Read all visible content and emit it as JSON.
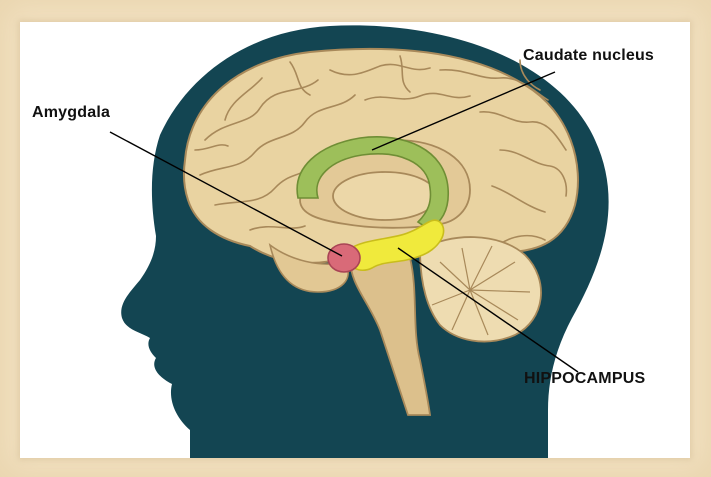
{
  "labels": {
    "amygdala": "Amygdala",
    "caudate": "Caudate nucleus",
    "hippocampus": "HIPPOCAMPUS"
  },
  "colors": {
    "frame": "#f3e3c4",
    "head": "#134552",
    "brain": "#e9d3a1",
    "brain_outline": "#a8895a",
    "caudate": "#9dbf5a",
    "hippocampus": "#f0ea3c",
    "amygdala": "#d96a78"
  }
}
